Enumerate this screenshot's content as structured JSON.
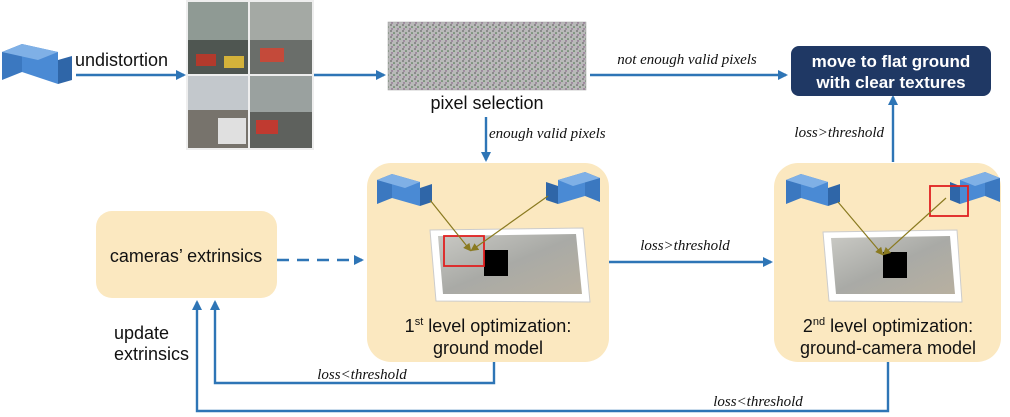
{
  "labels": {
    "undistortion": "undistortion",
    "pixel_selection": "pixel selection",
    "not_enough": "not enough valid pixels",
    "enough": "enough valid pixels",
    "move_to_flat_line1": "move to flat ground",
    "move_to_flat_line2": "with clear textures",
    "loss_gt_top": "loss>threshold",
    "loss_gt_middle": "loss>threshold",
    "cameras_extrinsics": "cameras’ extrinsics",
    "update_line1": "update",
    "update_line2": "extrinsics",
    "level1_line1_num": "1",
    "level1_line1_sup": "st",
    "level1_line1_rest": " level optimization:",
    "level1_line2": "ground model",
    "level2_line1_num": "2",
    "level2_line1_sup": "nd",
    "level2_line1_rest": " level optimization:",
    "level2_line2": "ground-camera model",
    "loss_lt_1": "loss<threshold",
    "loss_lt_2": "loss<threshold"
  },
  "colors": {
    "arrow": "#2e75b6",
    "panel": "#fbe8c0",
    "dark_box": "#1f3864",
    "camera": "#4a86c8"
  }
}
